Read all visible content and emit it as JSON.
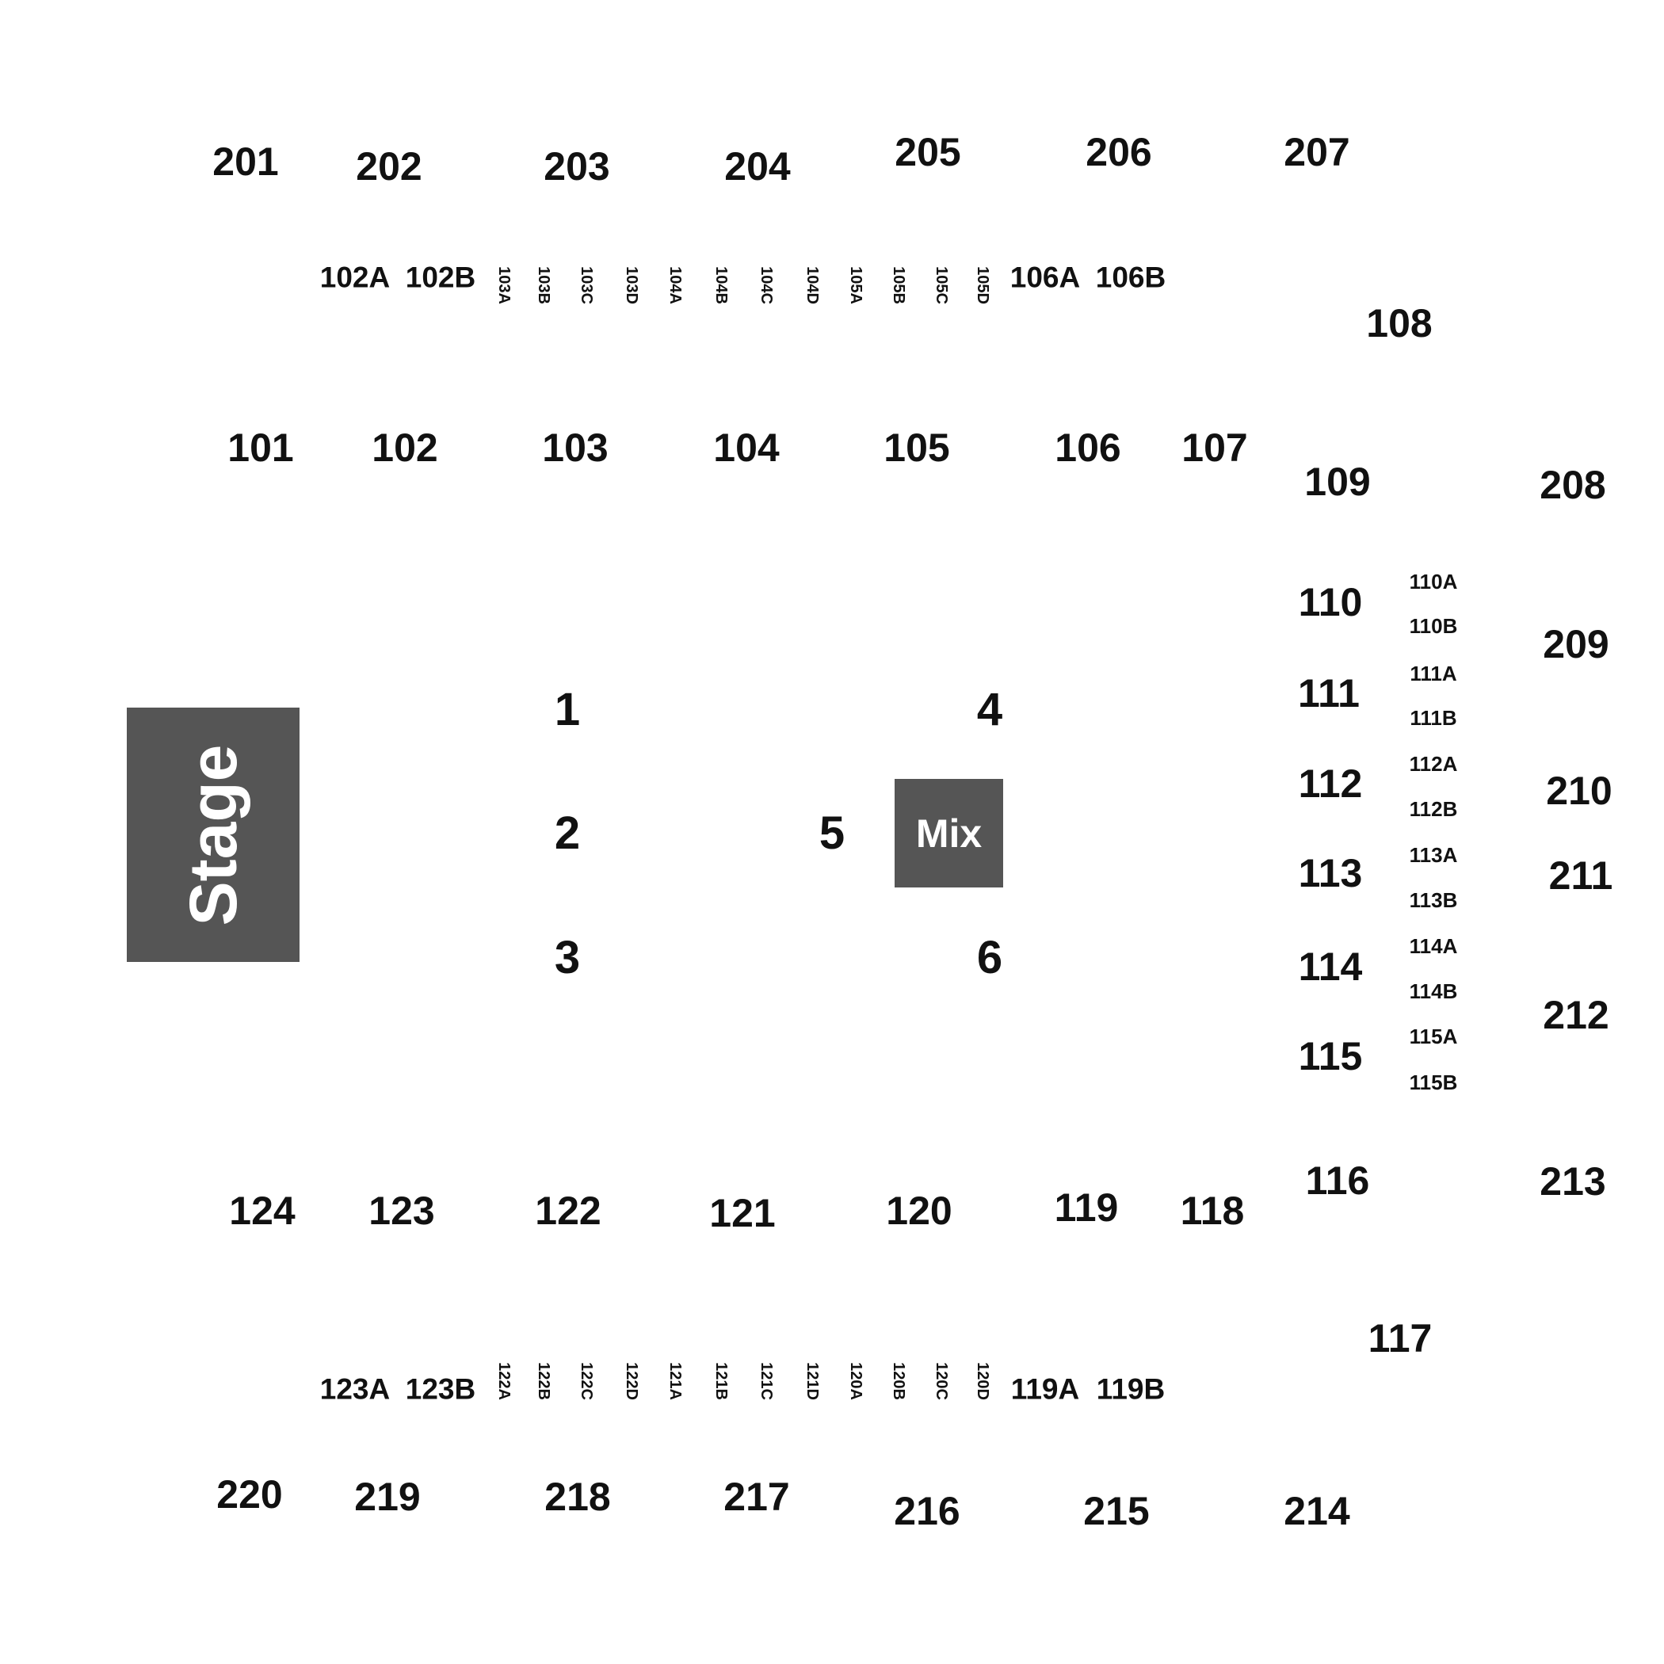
{
  "stage": {
    "label": "Stage"
  },
  "mix": {
    "label": "Mix"
  },
  "upper_top": [
    "201",
    "202",
    "203",
    "204",
    "205",
    "206",
    "207"
  ],
  "upper_right": [
    "208",
    "209",
    "210",
    "211",
    "212",
    "213"
  ],
  "upper_bottom": [
    "214",
    "215",
    "216",
    "217",
    "218",
    "219",
    "220"
  ],
  "lower_top": [
    "101",
    "102",
    "103",
    "104",
    "105",
    "106",
    "107"
  ],
  "lower_right_corner": [
    "108",
    "109",
    "116",
    "117"
  ],
  "lower_right_side": [
    "110",
    "111",
    "112",
    "113",
    "114",
    "115"
  ],
  "lower_bottom": [
    "118",
    "119",
    "120",
    "121",
    "122",
    "123",
    "124"
  ],
  "sub_top": [
    "102A",
    "102B",
    "106A",
    "106B"
  ],
  "sub_top_vertical": [
    "103A",
    "103B",
    "103C",
    "103D",
    "104A",
    "104B",
    "104C",
    "104D",
    "105A",
    "105B",
    "105C",
    "105D"
  ],
  "sub_bottom": [
    "123A",
    "123B",
    "119A",
    "119B"
  ],
  "sub_bottom_vertical": [
    "122A",
    "122B",
    "122C",
    "122D",
    "121A",
    "121B",
    "121C",
    "121D",
    "120A",
    "120B",
    "120C",
    "120D"
  ],
  "sub_right": [
    "110A",
    "110B",
    "111A",
    "111B",
    "112A",
    "112B",
    "113A",
    "113B",
    "114A",
    "114B",
    "115A",
    "115B"
  ],
  "floor": [
    "1",
    "2",
    "3",
    "4",
    "5",
    "6"
  ]
}
